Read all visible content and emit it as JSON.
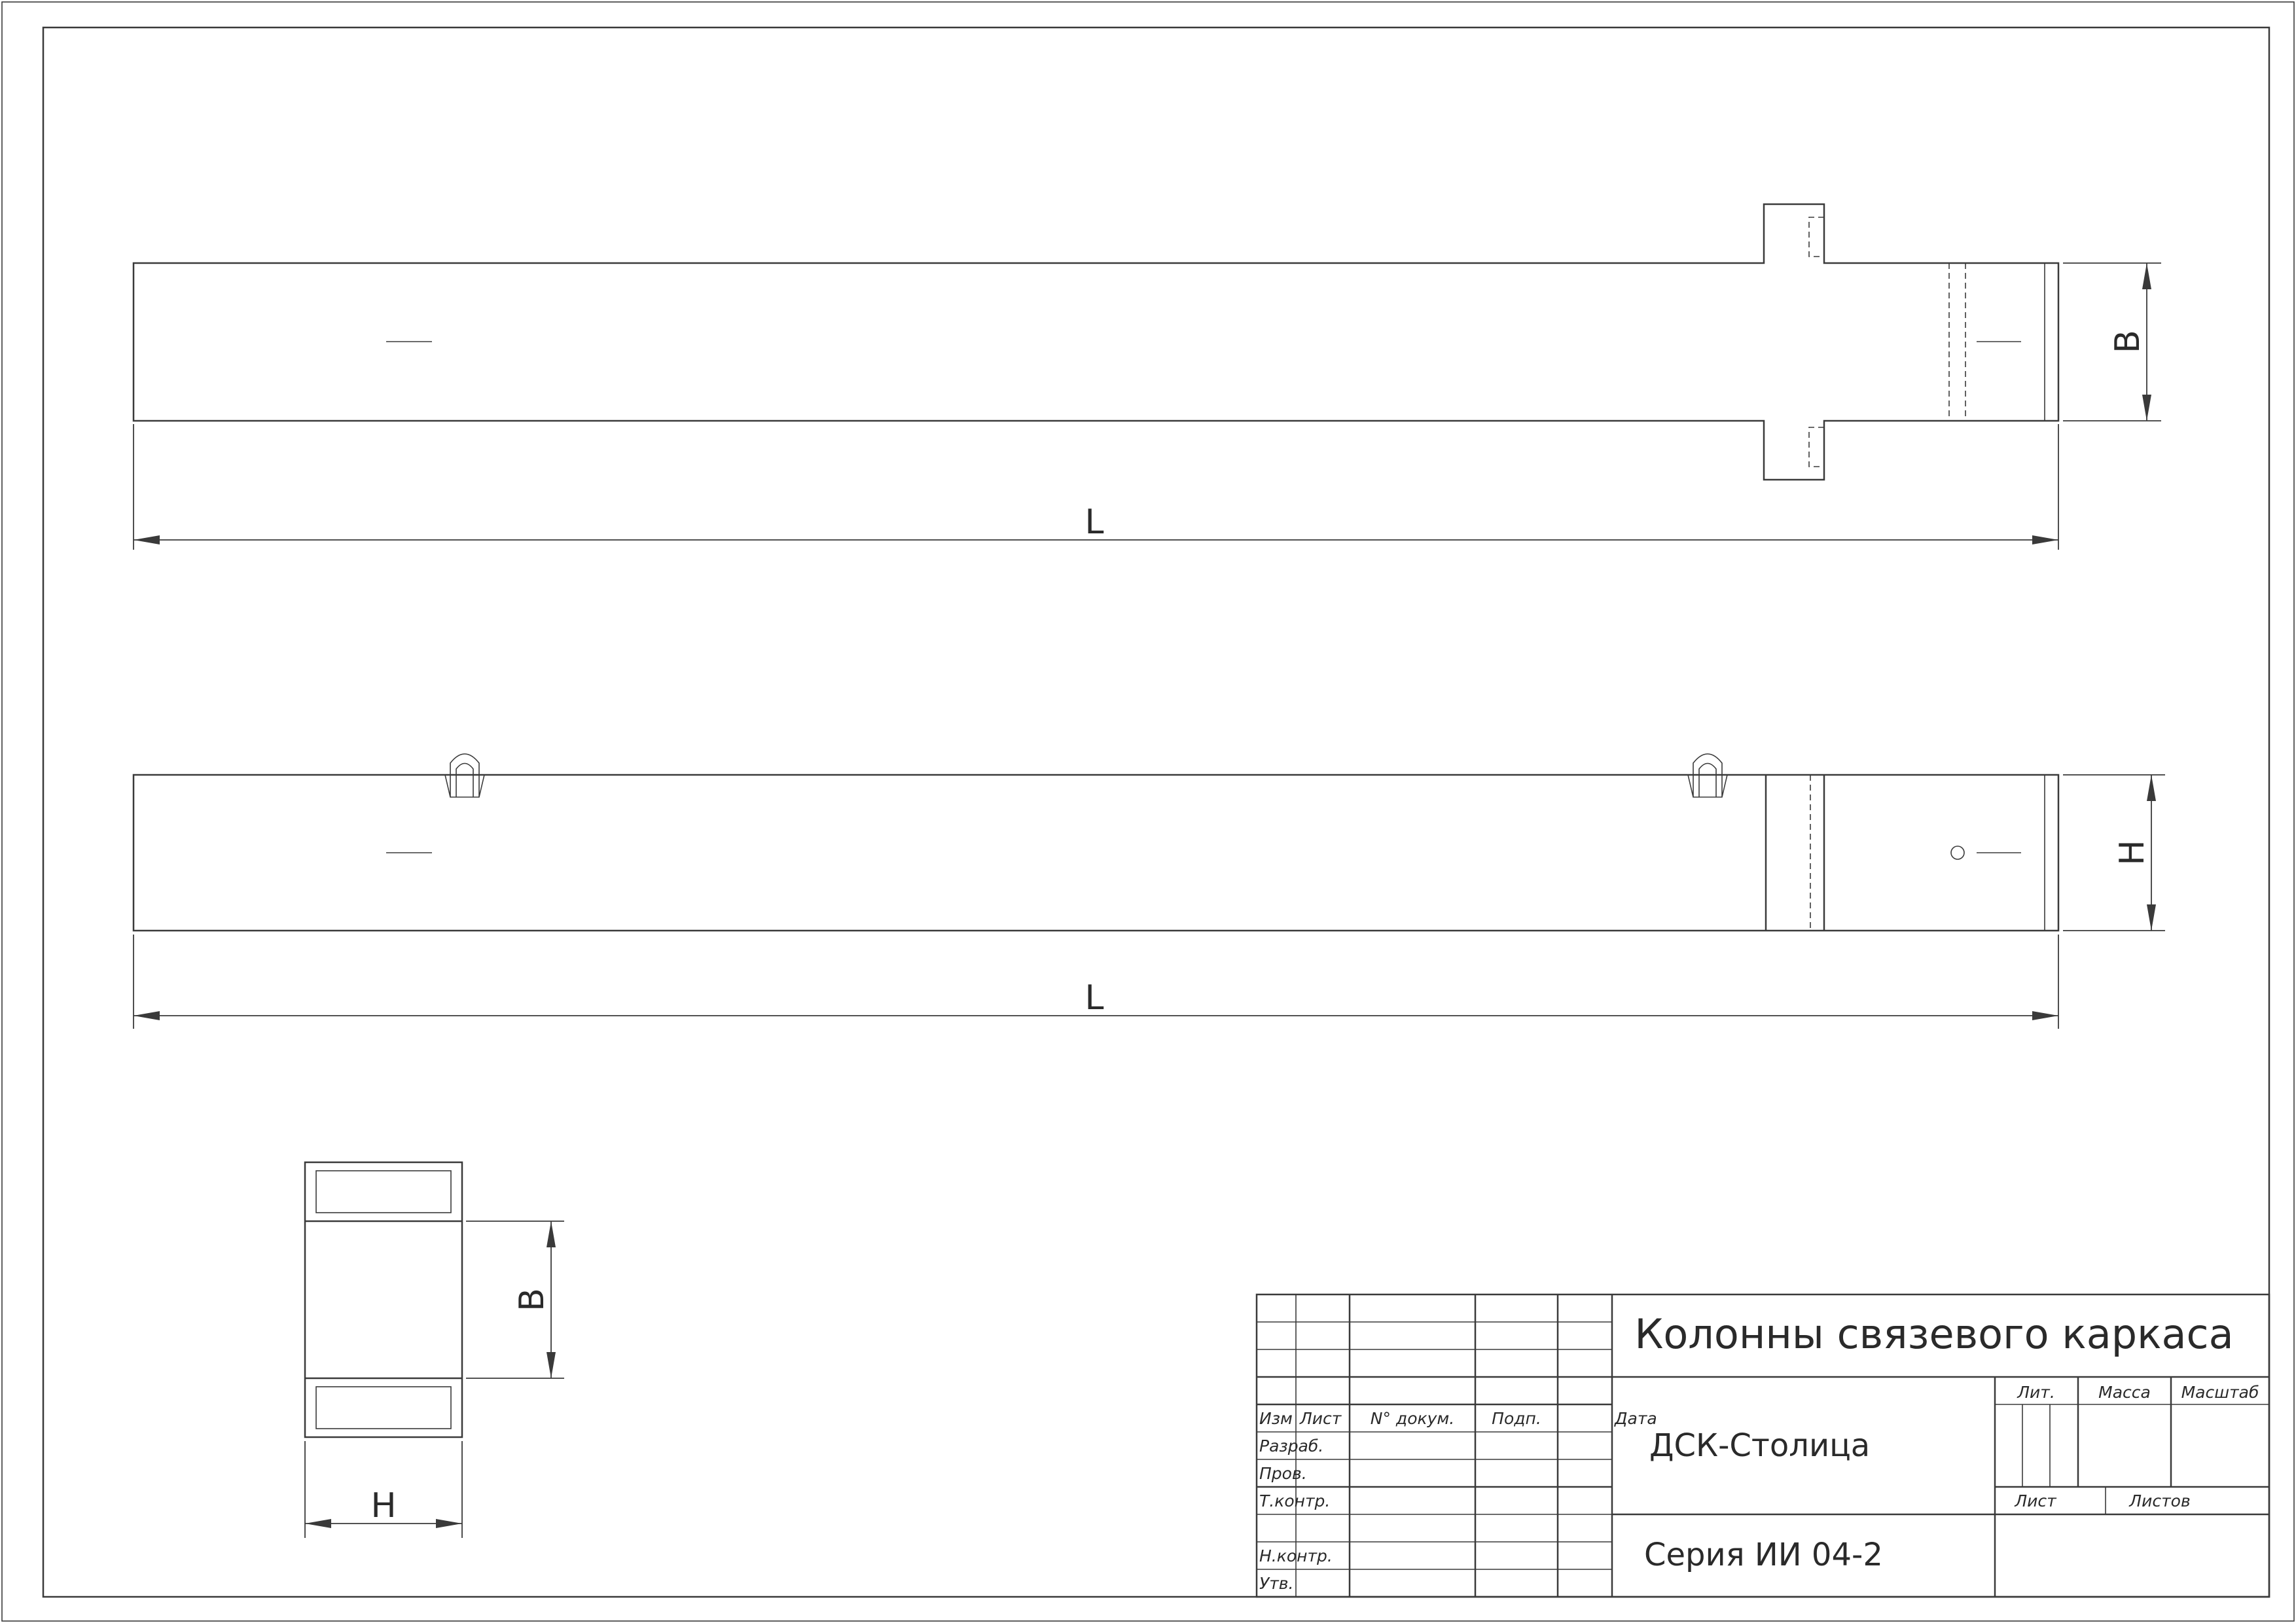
{
  "drawing": {
    "stroke_color": "#3a3a3a",
    "background": "#ffffff",
    "dimensions": {
      "top_length": "L",
      "top_width": "B",
      "side_length": "L",
      "side_height": "H",
      "section_width": "B",
      "section_height": "H"
    }
  },
  "title_block": {
    "title": "Колонны связевого каркаса",
    "organization": "ДСК-Столица",
    "series": "Серия ИИ 04-2",
    "headers": {
      "izm": "Изм",
      "list": "Лист",
      "doc_no": "N° докум.",
      "sign": "Подп.",
      "date": "Дата"
    },
    "roles": {
      "razrab": "Разраб.",
      "prov": "Пров.",
      "tkontr": "Т.контр.",
      "nkontr": "Н.контр.",
      "utv": "Утв."
    },
    "lit": "Лит.",
    "mass": "Масса",
    "scale": "Масштаб",
    "sheet": "Лист",
    "sheets": "Листов"
  }
}
